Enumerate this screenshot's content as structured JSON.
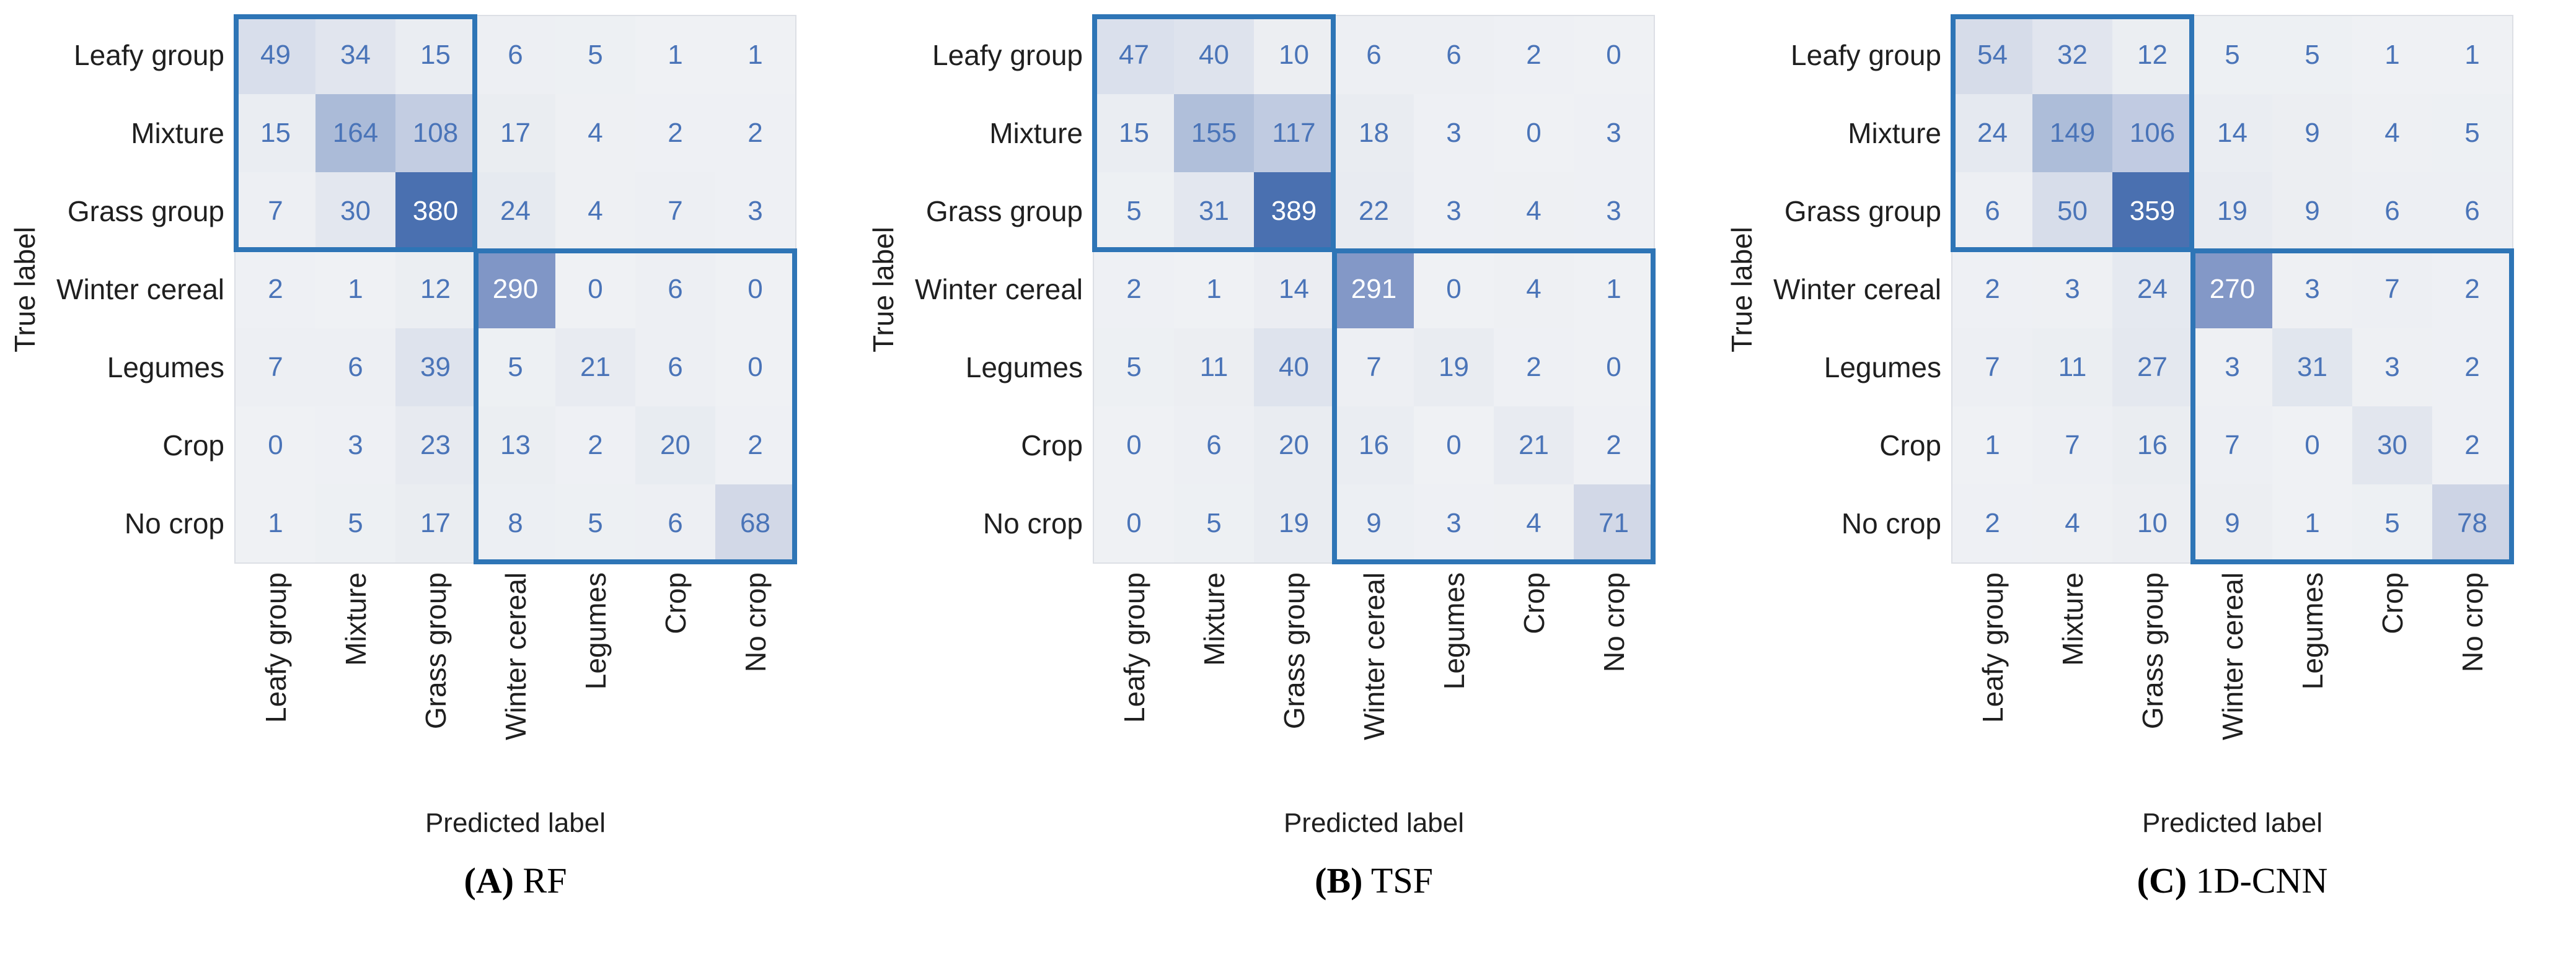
{
  "figure": {
    "ylabel": "True label",
    "xlabel": "Predicted label",
    "classes": [
      "Leafy group",
      "Mixture",
      "Grass group",
      "Winter cereal",
      "Legumes",
      "Crop",
      "No crop"
    ],
    "colors": {
      "group_box_border": "#2e75b6",
      "cell_text": "#4a74b8",
      "cell_text_on_dark": "#ffffff",
      "tick_text": "#1f1f1f",
      "white_text_threshold": 0.6,
      "colormap_stops": [
        {
          "t": 0.0,
          "color": "#eff1f4"
        },
        {
          "t": 0.05,
          "color": "#e9ecf1"
        },
        {
          "t": 0.13,
          "color": "#d8deeb"
        },
        {
          "t": 0.18,
          "color": "#d2d8e7"
        },
        {
          "t": 0.29,
          "color": "#c2cce2"
        },
        {
          "t": 0.43,
          "color": "#abbbd8"
        },
        {
          "t": 0.75,
          "color": "#8398c7"
        },
        {
          "t": 1.0,
          "color": "#4a70b0"
        }
      ]
    }
  },
  "chart_data": [
    {
      "type": "heatmap",
      "panel_label": "(A)",
      "title": "RF",
      "xlabel": "Predicted label",
      "ylabel": "True label",
      "x": [
        "Leafy group",
        "Mixture",
        "Grass group",
        "Winter cereal",
        "Legumes",
        "Crop",
        "No crop"
      ],
      "y": [
        "Leafy group",
        "Mixture",
        "Grass group",
        "Winter cereal",
        "Legumes",
        "Crop",
        "No crop"
      ],
      "values": [
        [
          49,
          34,
          15,
          6,
          5,
          1,
          1
        ],
        [
          15,
          164,
          108,
          17,
          4,
          2,
          2
        ],
        [
          7,
          30,
          380,
          24,
          4,
          7,
          3
        ],
        [
          2,
          1,
          12,
          290,
          0,
          6,
          0
        ],
        [
          7,
          6,
          39,
          5,
          21,
          6,
          0
        ],
        [
          0,
          3,
          23,
          13,
          2,
          20,
          2
        ],
        [
          1,
          5,
          17,
          8,
          5,
          6,
          68
        ]
      ],
      "colormap": "Blues",
      "annotations": "cell counts",
      "highlight_boxes": [
        {
          "row_start": 0,
          "row_end": 2,
          "col_start": 0,
          "col_end": 2
        },
        {
          "row_start": 3,
          "row_end": 6,
          "col_start": 3,
          "col_end": 6
        }
      ]
    },
    {
      "type": "heatmap",
      "panel_label": "(B)",
      "title": "TSF",
      "xlabel": "Predicted label",
      "ylabel": "True label",
      "x": [
        "Leafy group",
        "Mixture",
        "Grass group",
        "Winter cereal",
        "Legumes",
        "Crop",
        "No crop"
      ],
      "y": [
        "Leafy group",
        "Mixture",
        "Grass group",
        "Winter cereal",
        "Legumes",
        "Crop",
        "No crop"
      ],
      "values": [
        [
          47,
          40,
          10,
          6,
          6,
          2,
          0
        ],
        [
          15,
          155,
          117,
          18,
          3,
          0,
          3
        ],
        [
          5,
          31,
          389,
          22,
          3,
          4,
          3
        ],
        [
          2,
          1,
          14,
          291,
          0,
          4,
          1
        ],
        [
          5,
          11,
          40,
          7,
          19,
          2,
          0
        ],
        [
          0,
          6,
          20,
          16,
          0,
          21,
          2
        ],
        [
          0,
          5,
          19,
          9,
          3,
          4,
          71
        ]
      ],
      "colormap": "Blues",
      "annotations": "cell counts",
      "highlight_boxes": [
        {
          "row_start": 0,
          "row_end": 2,
          "col_start": 0,
          "col_end": 2
        },
        {
          "row_start": 3,
          "row_end": 6,
          "col_start": 3,
          "col_end": 6
        }
      ]
    },
    {
      "type": "heatmap",
      "panel_label": "(C)",
      "title": "1D-CNN",
      "xlabel": "Predicted label",
      "ylabel": "True label",
      "x": [
        "Leafy group",
        "Mixture",
        "Grass group",
        "Winter cereal",
        "Legumes",
        "Crop",
        "No crop"
      ],
      "y": [
        "Leafy group",
        "Mixture",
        "Grass group",
        "Winter cereal",
        "Legumes",
        "Crop",
        "No crop"
      ],
      "values": [
        [
          54,
          32,
          12,
          5,
          5,
          1,
          1
        ],
        [
          24,
          149,
          106,
          14,
          9,
          4,
          5
        ],
        [
          6,
          50,
          359,
          19,
          9,
          6,
          6
        ],
        [
          2,
          3,
          24,
          270,
          3,
          7,
          2
        ],
        [
          7,
          11,
          27,
          3,
          31,
          3,
          2
        ],
        [
          1,
          7,
          16,
          7,
          0,
          30,
          2
        ],
        [
          2,
          4,
          10,
          9,
          1,
          5,
          78
        ]
      ],
      "colormap": "Blues",
      "annotations": "cell counts",
      "highlight_boxes": [
        {
          "row_start": 0,
          "row_end": 2,
          "col_start": 0,
          "col_end": 2
        },
        {
          "row_start": 3,
          "row_end": 6,
          "col_start": 3,
          "col_end": 6
        }
      ]
    }
  ]
}
